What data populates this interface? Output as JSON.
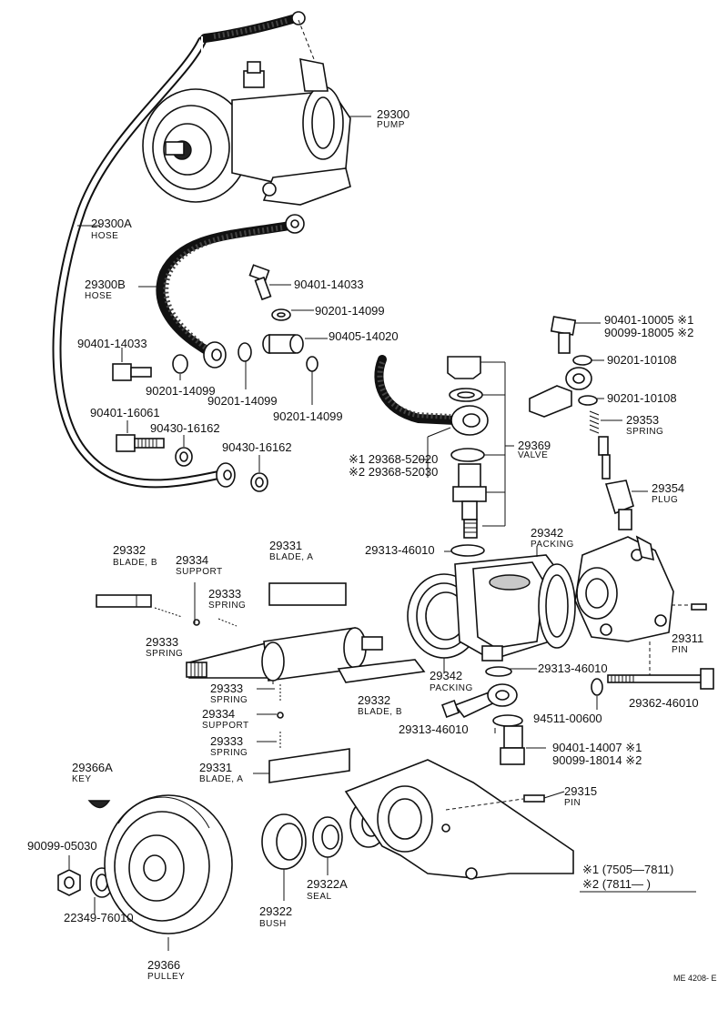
{
  "diagram": {
    "parts": [
      {
        "num": "29300",
        "name": "PUMP"
      },
      {
        "num": "29300A",
        "name": "HOSE"
      },
      {
        "num": "29300B",
        "name": "HOSE"
      },
      {
        "num": "90401-14033",
        "name": ""
      },
      {
        "num": "90201-14099",
        "name": ""
      },
      {
        "num": "90405-14020",
        "name": ""
      },
      {
        "num": "90401-14033",
        "name": ""
      },
      {
        "num": "90201-14099",
        "name": ""
      },
      {
        "num": "90201-14099",
        "name": ""
      },
      {
        "num": "90201-14099",
        "name": ""
      },
      {
        "num": "90401-16061",
        "name": ""
      },
      {
        "num": "90430-16162",
        "name": ""
      },
      {
        "num": "90430-16162",
        "name": ""
      },
      {
        "num": "90401-10005 ※1",
        "name": ""
      },
      {
        "num": "90099-18005 ※2",
        "name": ""
      },
      {
        "num": "90201-10108",
        "name": ""
      },
      {
        "num": "90201-10108",
        "name": ""
      },
      {
        "num": "29353",
        "name": "SPRING"
      },
      {
        "num": "29369",
        "name": "VALVE"
      },
      {
        "num": "※1 29368-52020",
        "name": ""
      },
      {
        "num": "※2 29368-52030",
        "name": ""
      },
      {
        "num": "29354",
        "name": "PLUG"
      },
      {
        "num": "29313-46010",
        "name": ""
      },
      {
        "num": "29342",
        "name": "PACKING"
      },
      {
        "num": "29332",
        "name": "BLADE, B"
      },
      {
        "num": "29334",
        "name": "SUPPORT"
      },
      {
        "num": "29331",
        "name": "BLADE, A"
      },
      {
        "num": "29333",
        "name": "SPRING"
      },
      {
        "num": "29333",
        "name": "SPRING"
      },
      {
        "num": "29311",
        "name": "PIN"
      },
      {
        "num": "29342",
        "name": "PACKING"
      },
      {
        "num": "29313-46010",
        "name": ""
      },
      {
        "num": "29333",
        "name": "SPRING"
      },
      {
        "num": "29332",
        "name": "BLADE, B"
      },
      {
        "num": "29334",
        "name": "SUPPORT"
      },
      {
        "num": "29362-46010",
        "name": ""
      },
      {
        "num": "94511-00600",
        "name": ""
      },
      {
        "num": "29313-46010",
        "name": ""
      },
      {
        "num": "29333",
        "name": "SPRING"
      },
      {
        "num": "90401-14007 ※1",
        "name": ""
      },
      {
        "num": "90099-18014 ※2",
        "name": ""
      },
      {
        "num": "29331",
        "name": "BLADE, A"
      },
      {
        "num": "29366A",
        "name": "KEY"
      },
      {
        "num": "29315",
        "name": "PIN"
      },
      {
        "num": "90099-05030",
        "name": ""
      },
      {
        "num": "29322A",
        "name": "SEAL"
      },
      {
        "num": "22349-76010",
        "name": ""
      },
      {
        "num": "29322",
        "name": "BUSH"
      },
      {
        "num": "29366",
        "name": "PULLEY"
      }
    ],
    "legend": [
      "※1 (7505—7811)",
      "※2 (7811—          )"
    ],
    "footer": "ME 4208- E"
  }
}
